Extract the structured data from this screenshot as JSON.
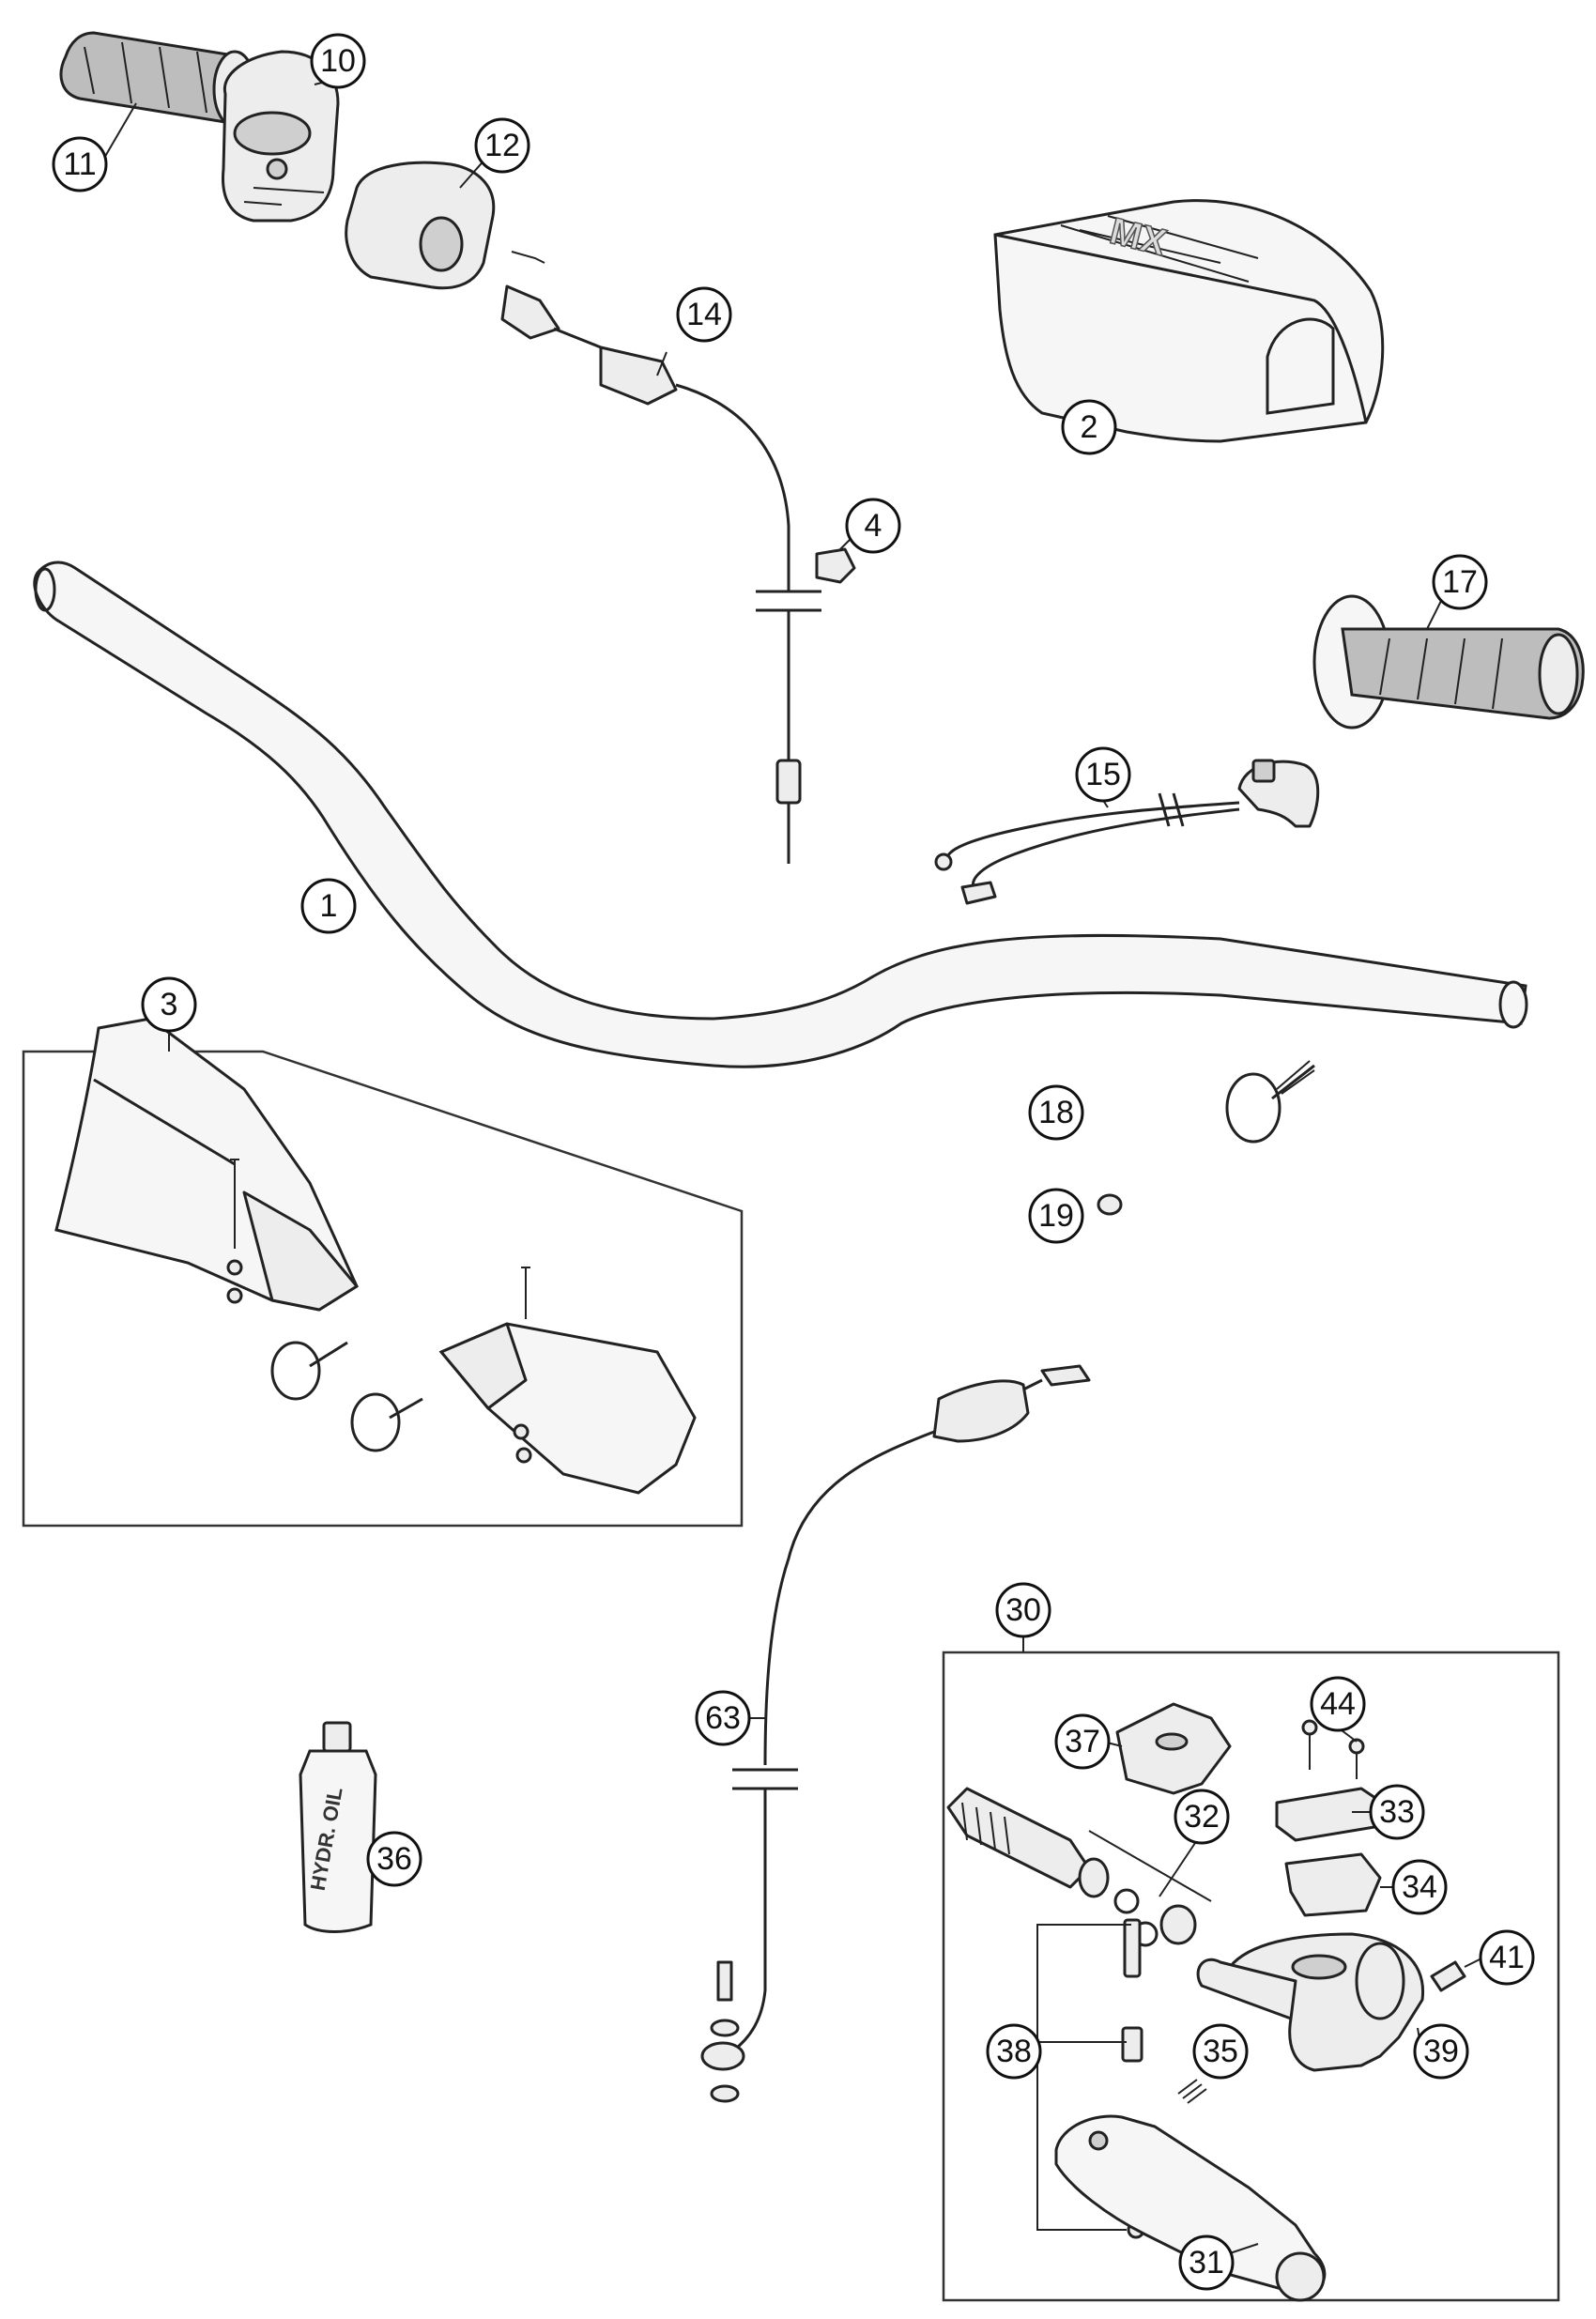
{
  "diagram": {
    "callouts": [
      {
        "id": "1",
        "label": "1"
      },
      {
        "id": "2",
        "label": "2"
      },
      {
        "id": "3",
        "label": "3"
      },
      {
        "id": "4",
        "label": "4"
      },
      {
        "id": "10",
        "label": "10"
      },
      {
        "id": "11",
        "label": "11"
      },
      {
        "id": "12",
        "label": "12"
      },
      {
        "id": "14",
        "label": "14"
      },
      {
        "id": "15",
        "label": "15"
      },
      {
        "id": "17",
        "label": "17"
      },
      {
        "id": "18",
        "label": "18"
      },
      {
        "id": "19",
        "label": "19"
      },
      {
        "id": "30",
        "label": "30"
      },
      {
        "id": "31",
        "label": "31"
      },
      {
        "id": "32",
        "label": "32"
      },
      {
        "id": "33",
        "label": "33"
      },
      {
        "id": "34",
        "label": "34"
      },
      {
        "id": "35",
        "label": "35"
      },
      {
        "id": "36",
        "label": "36"
      },
      {
        "id": "37",
        "label": "37"
      },
      {
        "id": "38",
        "label": "38"
      },
      {
        "id": "39",
        "label": "39"
      },
      {
        "id": "41",
        "label": "41"
      },
      {
        "id": "44",
        "label": "44"
      },
      {
        "id": "63",
        "label": "63"
      }
    ],
    "oil_bottle_label": "HYDR. OIL"
  }
}
